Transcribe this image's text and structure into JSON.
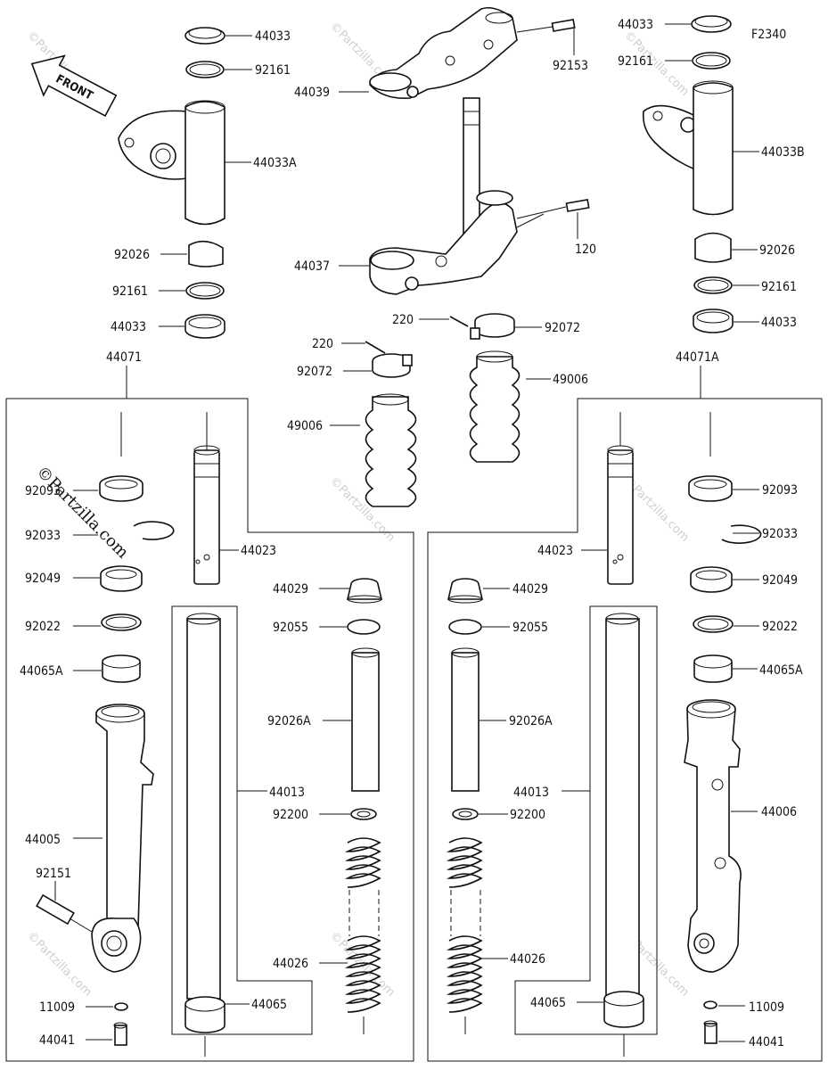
{
  "diagram_code": "F2340",
  "front_label": "FRONT",
  "watermark": "©Partzilla.com",
  "labels": {
    "l44033_tl": "44033",
    "l92161_tl": "92161",
    "l44033A": "44033A",
    "l92026_l": "92026",
    "l92161_l": "92161",
    "l44033_l": "44033",
    "l44071": "44071",
    "l44071A": "44071A",
    "l92153": "92153",
    "l44039": "44039",
    "l120": "120",
    "l44037": "44037",
    "l220_a": "220",
    "l92072_a": "92072",
    "l220_b": "220",
    "l92072_b": "92072",
    "l49006_a": "49006",
    "l49006_b": "49006",
    "l44033_tr": "44033",
    "l92161_tr": "92161",
    "l44033B": "44033B",
    "l92026_r": "92026",
    "l92161_r": "92161",
    "l44033_r": "44033",
    "l92093_l": "92093",
    "l92033_l": "92033",
    "l92049_l": "92049",
    "l92022_l": "92022",
    "l44065A_l": "44065A",
    "l44005": "44005",
    "l92151": "92151",
    "l11009_l": "11009",
    "l44041_l": "44041",
    "l44023_l": "44023",
    "l44029_l": "44029",
    "l92055_l": "92055",
    "l92026A_l": "92026A",
    "l44013_l": "44013",
    "l92200_l": "92200",
    "l44026_l": "44026",
    "l44065_l": "44065",
    "l44023_r": "44023",
    "l44029_r": "44029",
    "l92055_r": "92055",
    "l92026A_r": "92026A",
    "l44013_r": "44013",
    "l92200_r": "92200",
    "l44026_r": "44026",
    "l44065_r": "44065",
    "l92093_r": "92093",
    "l92033_r": "92033",
    "l92049_r": "92049",
    "l92022_r": "92022",
    "l44065A_r": "44065A",
    "l44006": "44006",
    "l11009_r": "11009",
    "l44041_r": "44041"
  }
}
